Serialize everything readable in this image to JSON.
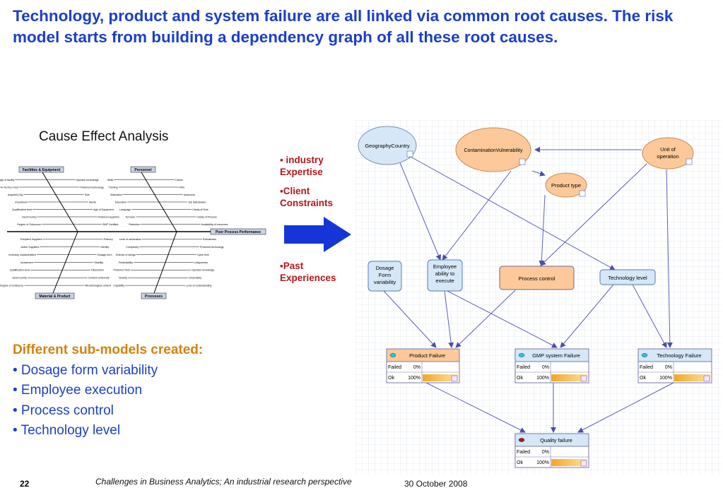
{
  "title": "Technology, product and system failure are all linked via common root causes. The risk model starts from building a dependency graph of all these root causes.",
  "cause_effect_title": "Cause Effect Analysis",
  "fishbone": {
    "categories": [
      "Facilities & Equipment",
      "Personnel",
      "Material & Product",
      "Processes"
    ],
    "effect": "Poor Process Performance",
    "upper_left": [
      "Age of facility",
      "Hi-Tech/Lo-Tech",
      "Acquired (Sy)",
      "Investment",
      "Qualification level",
      "Geo/Country",
      "Degree of Outsource"
    ],
    "upper_mid_left": [
      "Operator knowledge",
      "Preferred technology",
      "Size",
      "Sterile",
      "Age of Equipment",
      "Preferred suppliers",
      "GMP Certified"
    ],
    "upper_mid_right": [
      "Skills",
      "Training",
      "Motivation",
      "Education",
      "Language",
      "Turnover",
      "Retention"
    ],
    "upper_right": [
      "Culture",
      "KPIs",
      "Autonomy",
      "Job Satisfaction",
      "Clarity of Role",
      "Clarity of Process",
      "Availability of resources"
    ],
    "lower_left": [
      "Excipient Suppliers",
      "Active Suppliers",
      "Inventory characteristics",
      "Investment",
      "Qualification level",
      "Geo/Country",
      "Degree of Outsource"
    ],
    "lower_mid_left": [
      "Potency",
      "Sterility",
      "Dosage form",
      "Stability",
      "Dissolution",
      "Content Uniformity",
      "Microbiological content"
    ],
    "lower_mid_right": [
      "Level of automation",
      "Complexity",
      "Science of design",
      "Predictability",
      "Preferred Tech",
      "Novelty",
      "Capability"
    ],
    "lower_right": [
      "Robustness",
      "Preferred technology",
      "Cycle time",
      "Uniqueness",
      "Operator knowledge",
      "Uncertainty",
      "Level of understanding"
    ]
  },
  "notes": [
    "▪ industry Expertise",
    "▪Client Constraints",
    "▪Past Experiences"
  ],
  "subheading": "Different sub-models created:",
  "submodels": [
    "• Dosage form variability",
    "• Employee execution",
    "• Process control",
    "• Technology level"
  ],
  "network": {
    "nodes": {
      "geography": "GeographyCountry",
      "contamination": "ContaminationVulnerability",
      "unit": "Unit of operation",
      "product_type": "Product type",
      "dosage": "Dosage Form variability",
      "employee": "Employee ability to execute",
      "process_control": "Process control",
      "technology_level": "Technology level"
    },
    "failure_tables": [
      {
        "name": "Product Failure",
        "states": [
          {
            "label": "Failed",
            "value": "0%"
          },
          {
            "label": "Ok",
            "value": "100%"
          }
        ]
      },
      {
        "name": "GMP system Failure",
        "states": [
          {
            "label": "Failed",
            "value": "0%"
          },
          {
            "label": "Ok",
            "value": "100%"
          }
        ]
      },
      {
        "name": "Technology Failure",
        "states": [
          {
            "label": "Failed",
            "value": "0%"
          },
          {
            "label": "Ok",
            "value": "100%"
          }
        ]
      },
      {
        "name": "Quality failure",
        "states": [
          {
            "label": "Failed",
            "value": "0%"
          },
          {
            "label": "Ok",
            "value": "100%"
          }
        ]
      }
    ],
    "colors": {
      "orange_fill": "#fdc99a",
      "blue_fill": "#d6e8f7",
      "edge": "#5a62b8"
    }
  },
  "footer": {
    "page_number": "22",
    "text": "Challenges in Business Analytics; An industrial research perspective",
    "date": "30 October 2008"
  }
}
